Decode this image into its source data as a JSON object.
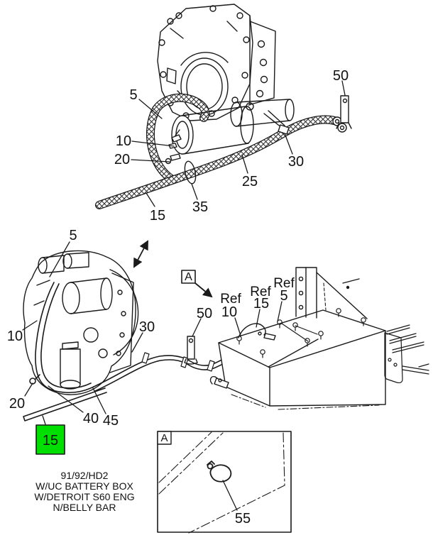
{
  "figure": {
    "line_color": "#1a1a1a",
    "highlight": {
      "label": "15",
      "fill": "#00DF00"
    },
    "caption": {
      "line1": "91/92/HD2",
      "line2": "W/UC BATTERY BOX",
      "line3": "W/DETROIT S60 ENG",
      "line4": "N/BELLY BAR"
    },
    "view_marker": {
      "letter": "A"
    },
    "detail_inset": {
      "letter": "A",
      "callout_55": "55"
    },
    "top_view": {
      "c5": "5",
      "c10": "10",
      "c15": "15",
      "c20": "20",
      "c25": "25",
      "c30": "30",
      "c35": "35",
      "c50": "50"
    },
    "lower_view": {
      "c5": "5",
      "c10": "10",
      "c20": "20",
      "c30": "30",
      "c40": "40",
      "c45": "45",
      "c50": "50"
    },
    "refs": {
      "r10_prefix": "Ref",
      "r10_num": "10",
      "r15_prefix": "Ref",
      "r15_num": "15",
      "r5_prefix": "Ref",
      "r5_num": "5"
    }
  }
}
